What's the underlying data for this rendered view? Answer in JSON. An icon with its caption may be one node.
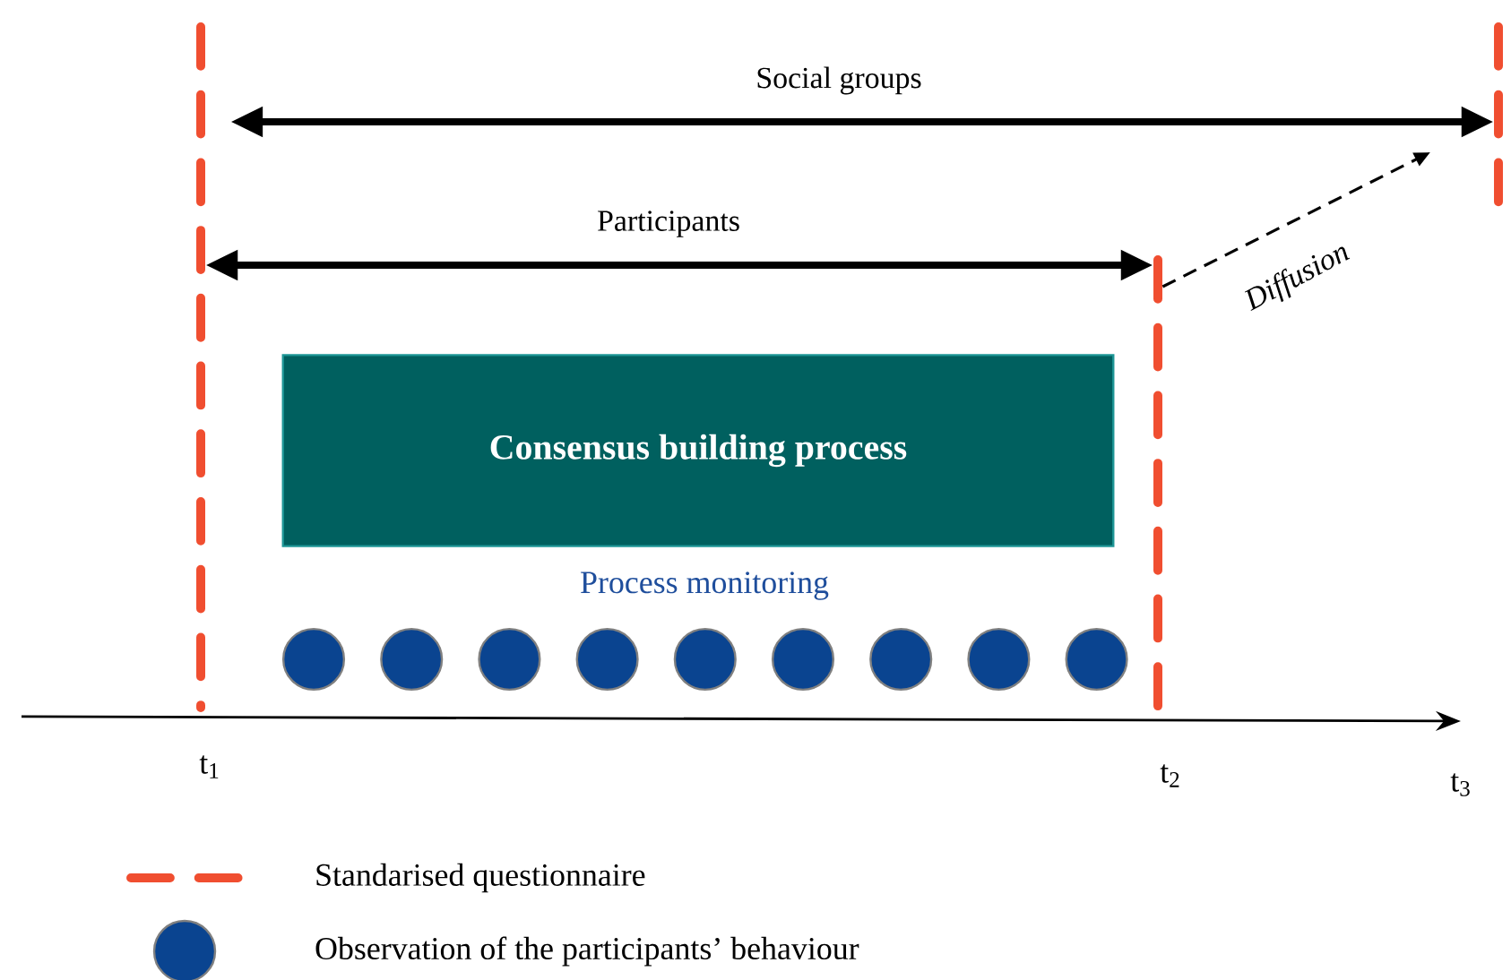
{
  "diagram": {
    "nodes": [
      {
        "text": [
          "Consensus building process"
        ]
      },
      {
        "text": [],
        "shape": "circle"
      },
      {
        "text": [],
        "shape": "circle"
      },
      {
        "text": [],
        "shape": "circle"
      },
      {
        "text": [],
        "shape": "circle"
      },
      {
        "text": [],
        "shape": "circle"
      },
      {
        "text": [],
        "shape": "circle"
      },
      {
        "text": [],
        "shape": "circle"
      },
      {
        "text": [],
        "shape": "circle"
      },
      {
        "text": [],
        "shape": "circle"
      },
      {
        "text": [],
        "shape": "bar"
      },
      {
        "text": [],
        "shape": "bar"
      },
      {
        "text": [],
        "shape": "bar"
      }
    ],
    "edges": [
      {
        "from": 10,
        "to": 12,
        "arrow": "both",
        "label": "Social groups"
      },
      {
        "from": 10,
        "to": 11,
        "arrow": "both",
        "label": "Participants"
      },
      {
        "from": 11,
        "to": null,
        "arrow": "to",
        "label": "Diffusion",
        "style": "dashed"
      }
    ],
    "labels": [
      "Process monitoring",
      "t$_{1}$",
      "t$_{2}$",
      "t$_{3}$"
    ],
    "legend": [
      {
        "text": "Standarised questionnaire"
      },
      {
        "text": "Observation of the participants’ behaviour"
      }
    ]
  }
}
